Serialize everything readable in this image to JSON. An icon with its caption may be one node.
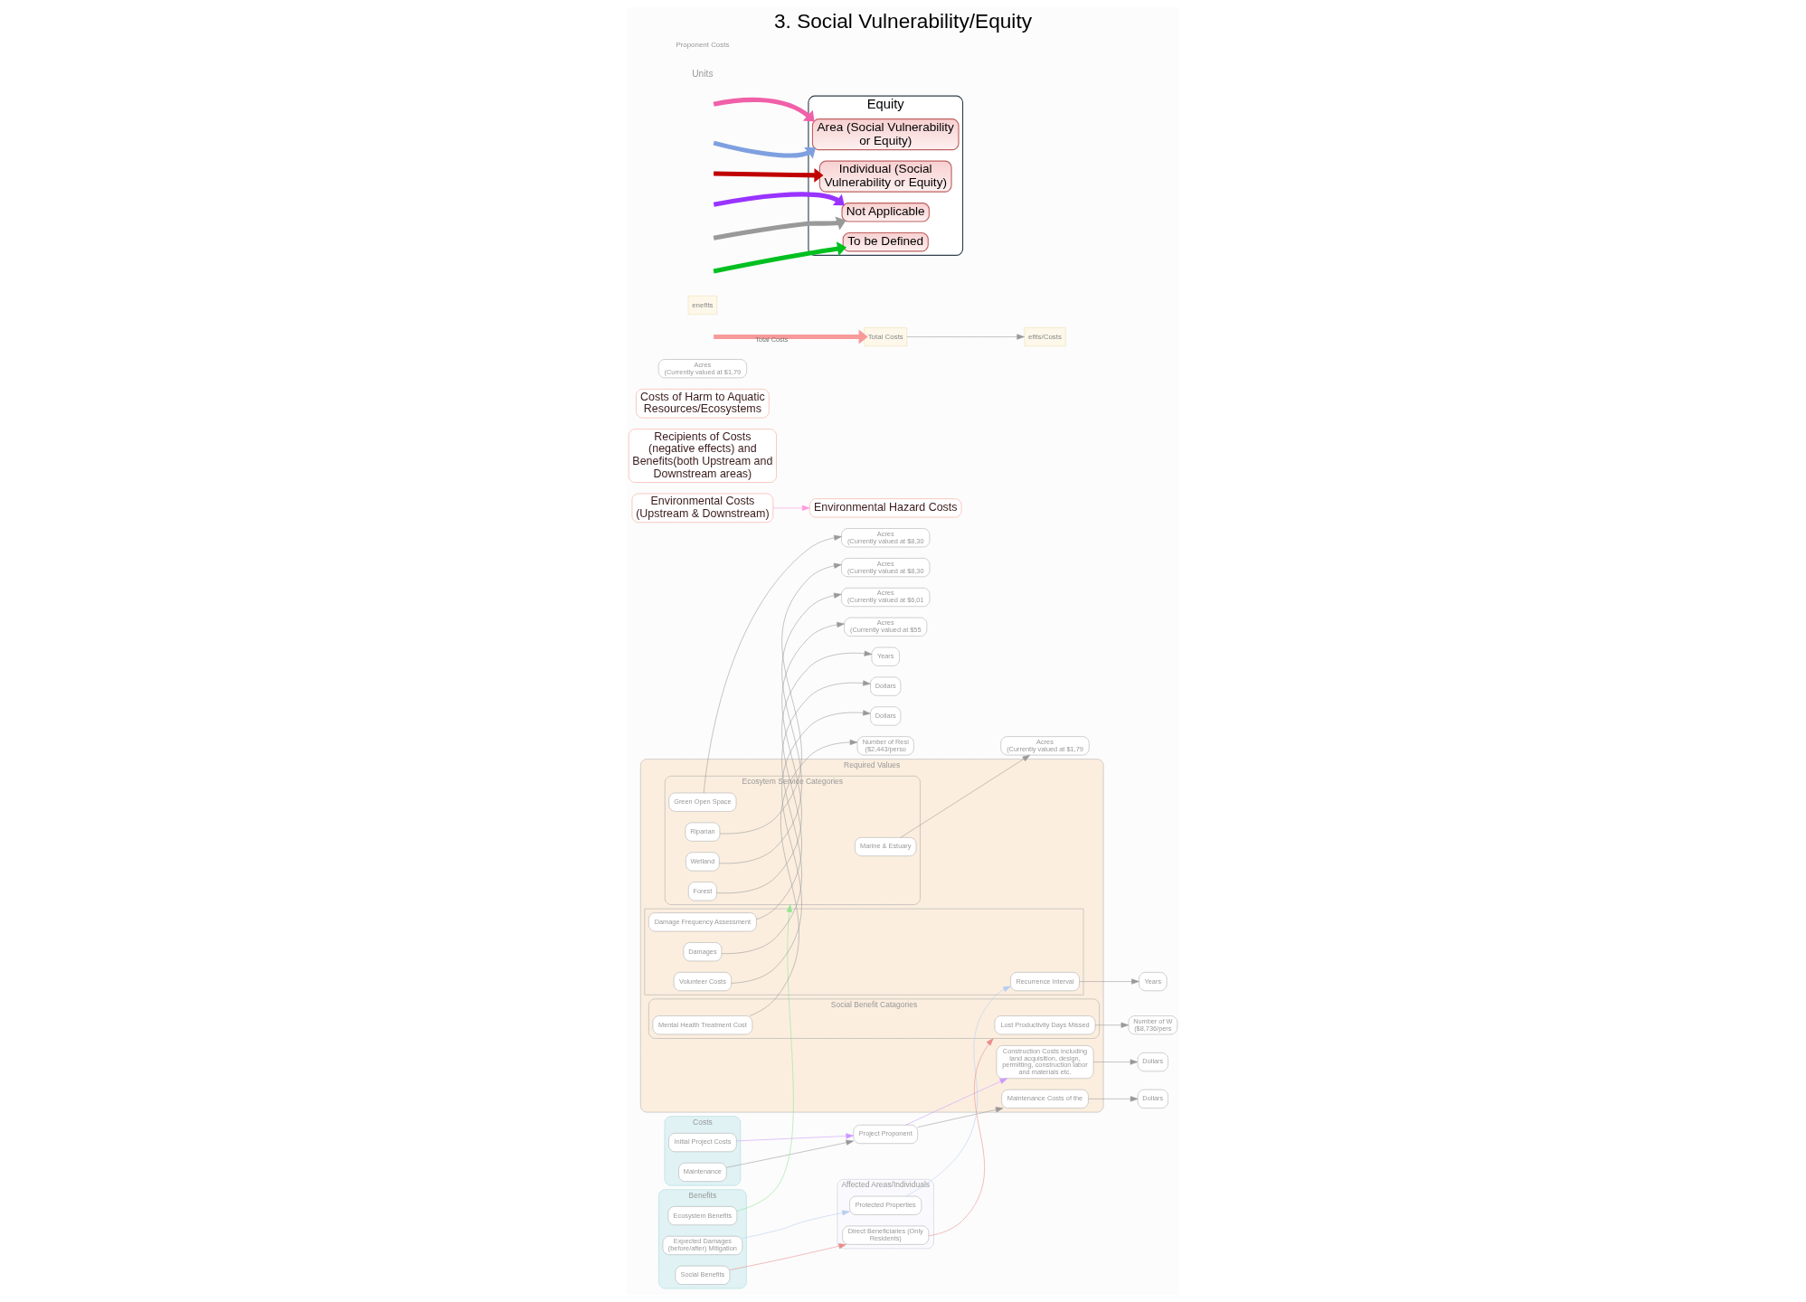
{
  "diagram": {
    "title": "3. Social Vulnerability/Equity",
    "nodes": [
      {
        "text": [
          "Costs"
        ]
      },
      {
        "text": [
          "Initial Project Costs"
        ],
        "in": 0
      },
      {
        "text": [
          "Maintenance"
        ],
        "in": 0
      },
      {
        "text": [
          "Environmental Costs (Upstream & Downstream)"
        ]
      },
      {
        "text": [
          "Project Proponent"
        ]
      },
      {
        "text": [
          "Affected Areas/Individuals"
        ]
      },
      {
        "text": [
          "Protected Properties"
        ],
        "in": 5
      },
      {
        "text": [
          "Direct Beneficiaries (Only Residents)"
        ],
        "in": 5
      },
      {
        "text": [
          "Recipients of Costs (negative effects) and Benefits(both Upstream and Downstream areas)"
        ]
      },
      {
        "text": [
          "Benefits"
        ]
      },
      {
        "text": [
          "Expected Damages (before/after) Mitigation"
        ],
        "in": 9
      },
      {
        "text": [
          "Ecosystem Benefits"
        ],
        "in": 9
      },
      {
        "text": [
          "Social Benefits"
        ],
        "in": 9
      },
      {
        "text": [
          "Required Values"
        ]
      },
      {
        "text": [
          "Construction Costs including land acquisition, design, permitting, construction labor and materials etc."
        ],
        "in": 13
      },
      {
        "text": [
          "Maintenance Costs of the"
        ],
        "in": 13
      },
      {
        "text": [
          "Costs of Harm to Aquatic Resources/Ecosystems"
        ]
      },
      {
        "text": [
          "Environmental Hazard Costs"
        ]
      },
      {
        "text": [],
        "shape": "box",
        "in": 13
      },
      {
        "text": [
          "Damage Frequency Assessment"
        ],
        "in": 18
      },
      {
        "text": [
          "Recurrence Interval"
        ],
        "in": 18
      },
      {
        "text": [
          "Damages"
        ],
        "in": 18
      },
      {
        "text": [
          "Volunteer Costs"
        ],
        "in": 18
      },
      {
        "text": [
          "Ecosytem Service Categories"
        ],
        "in": 13
      },
      {
        "text": [
          "Green Open Space"
        ],
        "in": 23
      },
      {
        "text": [
          "Riparian"
        ],
        "in": 23
      },
      {
        "text": [
          "Wetland"
        ],
        "in": 23
      },
      {
        "text": [
          "Forest"
        ],
        "in": 23
      },
      {
        "text": [
          "Marine & Estuary"
        ],
        "in": 23
      },
      {
        "text": [
          "Social Benefit Catagories"
        ],
        "in": 13
      },
      {
        "text": [
          "Mental Health Treatment Cost"
        ],
        "in": 29
      },
      {
        "text": [
          "Lost Productivity Days Missed"
        ],
        "in": 29
      },
      {
        "text": [
          "Dollars"
        ]
      },
      {
        "text": [
          "Dollars"
        ]
      },
      {
        "text": [
          "Years"
        ]
      },
      {
        "text": [
          "Years"
        ]
      },
      {
        "text": [
          "Dollars"
        ]
      },
      {
        "text": [
          "Dollars"
        ]
      },
      {
        "text": [
          "Acres",
          "(Currently valued at $8,30"
        ]
      },
      {
        "text": [
          "Acres",
          "(Currently valued at $8,30"
        ]
      },
      {
        "text": [
          "Acres",
          "(Currently valued at $6,01"
        ]
      },
      {
        "text": [
          "Acres",
          "(Currently valued at $55"
        ]
      },
      {
        "text": [
          "Acres",
          "(Currently valued at $1,79"
        ]
      },
      {
        "text": [
          "Acres",
          "(Currently valued at $1,79"
        ]
      },
      {
        "text": [
          "Number of Resi",
          "($2,443/perso"
        ]
      },
      {
        "text": [
          "Number of W",
          "($8,736/pers"
        ]
      },
      {
        "text": [
          "Total Costs"
        ]
      },
      {
        "text": [
          "efits/Costs"
        ]
      },
      {
        "text": [
          "enefits"
        ]
      },
      {
        "text": [
          "Equity"
        ]
      },
      {
        "text": [
          "Area (Social Vulnerability or Equity)"
        ],
        "in": 49
      },
      {
        "text": [
          "Individual (Social Vulnerability or Equity)"
        ],
        "in": 49
      },
      {
        "text": [
          "Not Applicable"
        ],
        "in": 49
      },
      {
        "text": [
          "To be Defined"
        ],
        "in": 49
      }
    ],
    "edges": [
      {
        "from": 1,
        "to": 4,
        "arrow": "to",
        "color": "#cc99ff"
      },
      {
        "from": 2,
        "to": 4,
        "arrow": "to"
      },
      {
        "from": 4,
        "to": 14,
        "arrow": "to",
        "color": "#cc99ff"
      },
      {
        "from": 4,
        "to": 15,
        "arrow": "to"
      },
      {
        "from": 3,
        "to": 17,
        "arrow": "to",
        "color": "#ff99dd"
      },
      {
        "from": 14,
        "to": 32,
        "arrow": "to"
      },
      {
        "from": 15,
        "to": 33,
        "arrow": "to"
      },
      {
        "from": 19,
        "to": 34,
        "arrow": "to"
      },
      {
        "from": 20,
        "to": 35,
        "arrow": "to"
      },
      {
        "from": 21,
        "to": 36,
        "arrow": "to"
      },
      {
        "from": 22,
        "to": 37,
        "arrow": "to"
      },
      {
        "from": 10,
        "to": 6,
        "arrow": "to",
        "color": "#b8cdf0"
      },
      {
        "from": 6,
        "to": 20,
        "arrow": "to",
        "color": "#b8cdf0"
      },
      {
        "from": 11,
        "to": 23,
        "arrow": "to",
        "color": "#8ee68e"
      },
      {
        "from": 12,
        "to": 7,
        "arrow": "to",
        "color": "#ea8c8c"
      },
      {
        "from": 7,
        "to": 29,
        "arrow": "to",
        "color": "#ea8c8c"
      },
      {
        "from": 24,
        "to": 38,
        "arrow": "to"
      },
      {
        "from": 25,
        "to": 39,
        "arrow": "to"
      },
      {
        "from": 26,
        "to": 40,
        "arrow": "to"
      },
      {
        "from": 27,
        "to": 41,
        "arrow": "to"
      },
      {
        "from": 28,
        "to": 42,
        "arrow": "to"
      },
      {
        "from": 30,
        "to": 44,
        "arrow": "to"
      },
      {
        "from": 31,
        "to": 45,
        "arrow": "to"
      },
      {
        "from": null,
        "to": 46,
        "arrow": "to",
        "label": "Total Costs",
        "style": "thick",
        "color": "#f79a9a"
      },
      {
        "from": 46,
        "to": 47,
        "arrow": "to"
      },
      {
        "from": null,
        "to": 50,
        "arrow": "to",
        "style": "thick",
        "color": "#f060a8"
      },
      {
        "from": null,
        "to": 50,
        "arrow": "to",
        "style": "thick",
        "color": "#7fa0e0"
      },
      {
        "from": null,
        "to": 51,
        "arrow": "to",
        "style": "thick",
        "color": "#c00000"
      },
      {
        "from": null,
        "to": 52,
        "arrow": "to",
        "style": "thick",
        "color": "#9933ff"
      },
      {
        "from": null,
        "to": 52,
        "arrow": "to",
        "style": "thick"
      },
      {
        "from": null,
        "to": 53,
        "arrow": "to",
        "style": "thick",
        "color": "#00c020"
      }
    ],
    "labels": [
      "Units",
      "Proponent Costs"
    ]
  }
}
